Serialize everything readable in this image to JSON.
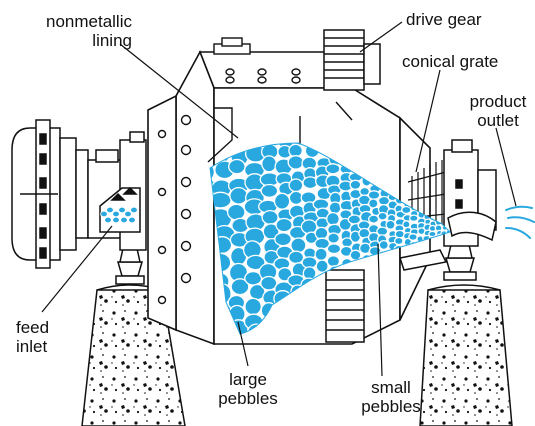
{
  "labels": {
    "nonmetallic_lining": [
      "nonmetallic",
      "lining"
    ],
    "drive_gear": "drive gear",
    "conical_grate": "conical grate",
    "product_outlet": [
      "product",
      "outlet"
    ],
    "feed_inlet": [
      "feed",
      "inlet"
    ],
    "large_pebbles": [
      "large",
      "pebbles"
    ],
    "small_pebbles": [
      "small",
      "pebbles"
    ]
  },
  "colors": {
    "line": "#111111",
    "pebble_fill": "#29a8e0",
    "pebble_outline": "#ffffff",
    "flow": "#29a8e0",
    "background": "#ffffff"
  }
}
